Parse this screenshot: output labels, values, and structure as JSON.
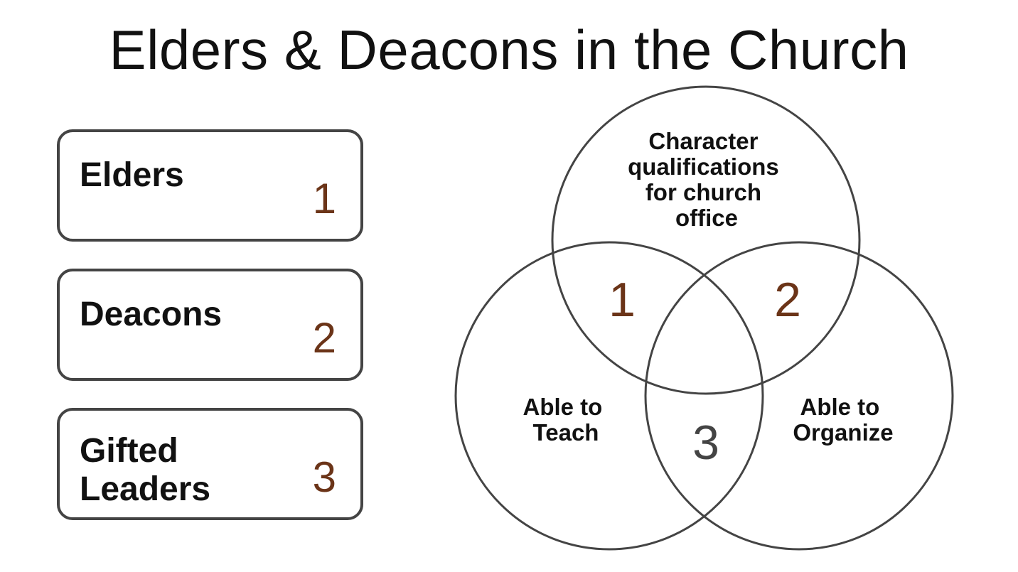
{
  "title": "Elders & Deacons in the Church",
  "legend": {
    "items": [
      {
        "label": "Elders",
        "number": "1"
      },
      {
        "label": "Deacons",
        "number": "2"
      },
      {
        "label": "Gifted Leaders",
        "number": "3"
      }
    ]
  },
  "venn": {
    "top_circle_label": [
      "Character",
      "qualifications",
      "for church",
      "office"
    ],
    "left_circle_label": [
      "Able to",
      "Teach"
    ],
    "right_circle_label": [
      "Able to",
      "Organize"
    ],
    "overlap_top_left": "1",
    "overlap_top_right": "2",
    "overlap_bottom": "3"
  },
  "colors": {
    "accent_number": "#6b3418",
    "center_number": "#444444",
    "outline": "#444444"
  }
}
